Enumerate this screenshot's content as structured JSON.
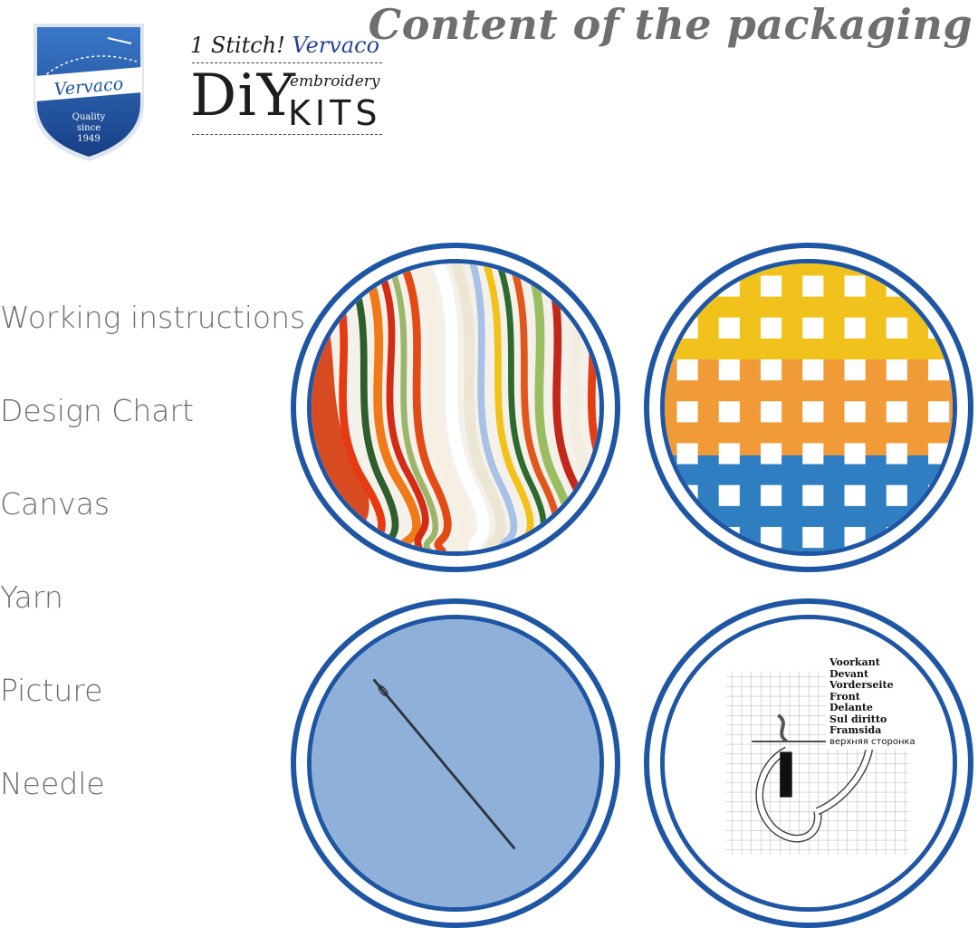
{
  "logos": {
    "vervaco": {
      "brand": "Vervaco",
      "tagline": [
        "Quality",
        "since",
        "1949"
      ],
      "color": "#1f56a4"
    },
    "diy": {
      "line1a": "1 Stitch!",
      "line1b": "Vervaco",
      "big": "DiY",
      "small": "embroidery",
      "kits": "KITS"
    }
  },
  "title": "Content of the packaging",
  "items": [
    "Working instructions",
    "Design Chart",
    "Canvas",
    "Yarn",
    "Picture",
    "Needle"
  ],
  "images": [
    {
      "icon": "yarn-skeins-icon"
    },
    {
      "icon": "canvas-mesh-icon"
    },
    {
      "icon": "needle-icon"
    },
    {
      "icon": "stitch-instruction-diagram-icon",
      "labels": [
        "Voorkant",
        "Devant",
        "Vorderseite",
        "Front",
        "Delante",
        "Sul diritto",
        "Framsida",
        "верхняя сторонка"
      ]
    }
  ],
  "colors": {
    "accent": "#1f56a4",
    "text": "#6e6e6e",
    "title": "#6f6f6f"
  }
}
